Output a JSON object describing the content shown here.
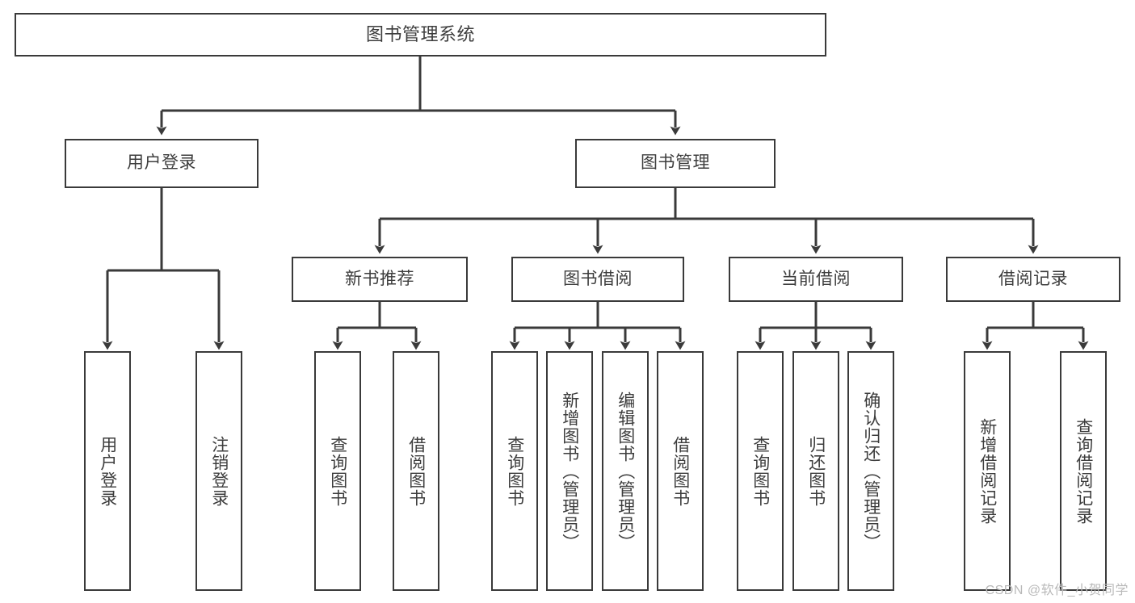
{
  "diagram": {
    "title": "图书管理系统",
    "type": "hierarchy-tree",
    "colors": {
      "background": "#ffffff",
      "box_border": "#3a3a3a",
      "box_fill": "#ffffff",
      "edge": "#3a3a3a",
      "text": "#3d3d3d",
      "watermark": "#b9b9b9"
    },
    "nodes": {
      "root": {
        "label": "图书管理系统",
        "orientation": "horizontal"
      },
      "level1": [
        {
          "id": "user-login",
          "label": "用户登录",
          "orientation": "horizontal"
        },
        {
          "id": "book-manage",
          "label": "图书管理",
          "orientation": "horizontal"
        }
      ],
      "level2": [
        {
          "id": "new-book-rec",
          "label": "新书推荐",
          "orientation": "horizontal"
        },
        {
          "id": "book-borrow",
          "label": "图书借阅",
          "orientation": "horizontal"
        },
        {
          "id": "current-borrow",
          "label": "当前借阅",
          "orientation": "horizontal"
        },
        {
          "id": "borrow-record",
          "label": "借阅记录",
          "orientation": "horizontal"
        }
      ],
      "leaves": [
        {
          "id": "leaf-user-login",
          "label": "用户登录",
          "parent": "user-login",
          "orientation": "vertical"
        },
        {
          "id": "leaf-logout",
          "label": "注销登录",
          "parent": "user-login",
          "orientation": "vertical"
        },
        {
          "id": "leaf-query-book-1",
          "label": "查询图书",
          "parent": "new-book-rec",
          "orientation": "vertical"
        },
        {
          "id": "leaf-borrow-book-1",
          "label": "借阅图书",
          "parent": "new-book-rec",
          "orientation": "vertical"
        },
        {
          "id": "leaf-query-book-2",
          "label": "查询图书",
          "parent": "book-borrow",
          "orientation": "vertical"
        },
        {
          "id": "leaf-add-book",
          "label": "新增图书（管理员）",
          "parent": "book-borrow",
          "orientation": "vertical"
        },
        {
          "id": "leaf-edit-book",
          "label": "编辑图书（管理员）",
          "parent": "book-borrow",
          "orientation": "vertical"
        },
        {
          "id": "leaf-borrow-book-2",
          "label": "借阅图书",
          "parent": "book-borrow",
          "orientation": "vertical"
        },
        {
          "id": "leaf-query-book-3",
          "label": "查询图书",
          "parent": "current-borrow",
          "orientation": "vertical"
        },
        {
          "id": "leaf-return-book",
          "label": "归还图书",
          "parent": "current-borrow",
          "orientation": "vertical"
        },
        {
          "id": "leaf-confirm-return",
          "label": "确认归还（管理员）",
          "parent": "current-borrow",
          "orientation": "vertical"
        },
        {
          "id": "leaf-add-record",
          "label": "新增借阅记录",
          "parent": "borrow-record",
          "orientation": "vertical"
        },
        {
          "id": "leaf-query-record",
          "label": "查询借阅记录",
          "parent": "borrow-record",
          "orientation": "vertical"
        }
      ]
    },
    "watermark": "CSDN @软件_小贺同学"
  }
}
